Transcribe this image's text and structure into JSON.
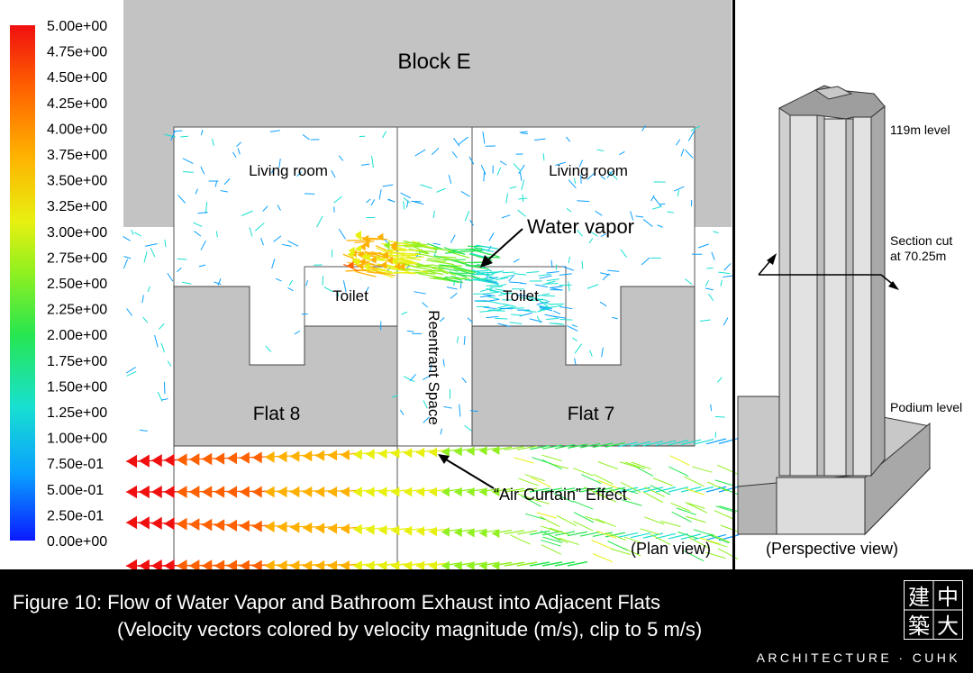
{
  "legend": {
    "ticks": [
      "5.00e+00",
      "4.75e+00",
      "4.50e+00",
      "4.25e+00",
      "4.00e+00",
      "3.75e+00",
      "3.50e+00",
      "3.25e+00",
      "3.00e+00",
      "2.75e+00",
      "2.50e+00",
      "2.25e+00",
      "2.00e+00",
      "1.75e+00",
      "1.50e+00",
      "1.25e+00",
      "1.00e+00",
      "7.50e-01",
      "5.00e-01",
      "2.50e-01",
      "0.00e+00"
    ],
    "colors": [
      "#0a1aff",
      "#0aa0ff",
      "#18e0d0",
      "#27e650",
      "#90f020",
      "#e8f010",
      "#ffb000",
      "#ff6000",
      "#f01010"
    ]
  },
  "plan": {
    "block_label": "Block E",
    "living_room_left": "Living room",
    "living_room_right": "Living room",
    "toilet_left": "Toilet",
    "toilet_right": "Toilet",
    "flat_left": "Flat 8",
    "flat_right": "Flat 7",
    "reentrant": "Reentrant Space",
    "water_vapor": "Water vapor",
    "air_curtain": "“Air Curtain” Effect",
    "view_label": "(Plan view)"
  },
  "perspective": {
    "level_top": "119m level",
    "section_cut_1": "Section cut",
    "section_cut_2": "at 70.25m",
    "podium": "Podium level",
    "view_label": "(Perspective view)"
  },
  "caption": {
    "line1": "Figure 10: Flow of Water Vapor and Bathroom Exhaust into Adjacent Flats",
    "line2": "(Velocity vectors colored by velocity magnitude (m/s), clip to 5 m/s)"
  },
  "logo": {
    "chars": [
      "建",
      "中",
      "築",
      "大"
    ],
    "text": "ARCHITECTURE · CUHK"
  }
}
